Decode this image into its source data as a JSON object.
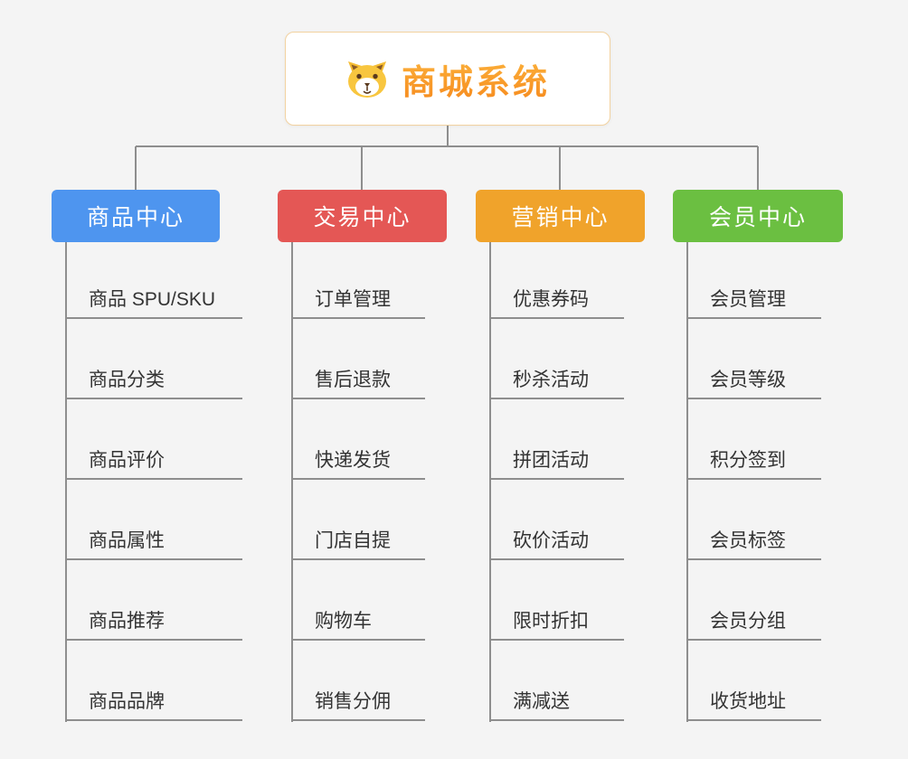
{
  "canvas": {
    "background": "#f4f4f4",
    "connector_color": "#8e8e8e"
  },
  "root": {
    "title": "商城系统",
    "title_color": "#f8991d",
    "icon": "shiba-dog-icon",
    "background": "#ffffff",
    "border_color": "#f2d2a0"
  },
  "branches": [
    {
      "label": "商品中心",
      "color": "#4e95ef",
      "children": [
        "商品 SPU/SKU",
        "商品分类",
        "商品评价",
        "商品属性",
        "商品推荐",
        "商品品牌"
      ]
    },
    {
      "label": "交易中心",
      "color": "#e45755",
      "children": [
        "订单管理",
        "售后退款",
        "快递发货",
        "门店自提",
        "购物车",
        "销售分佣"
      ]
    },
    {
      "label": "营销中心",
      "color": "#f0a32b",
      "children": [
        "优惠券码",
        "秒杀活动",
        "拼团活动",
        "砍价活动",
        "限时折扣",
        "满减送"
      ]
    },
    {
      "label": "会员中心",
      "color": "#6bbf41",
      "children": [
        "会员管理",
        "会员等级",
        "积分签到",
        "会员标签",
        "会员分组",
        "收货地址"
      ]
    }
  ]
}
